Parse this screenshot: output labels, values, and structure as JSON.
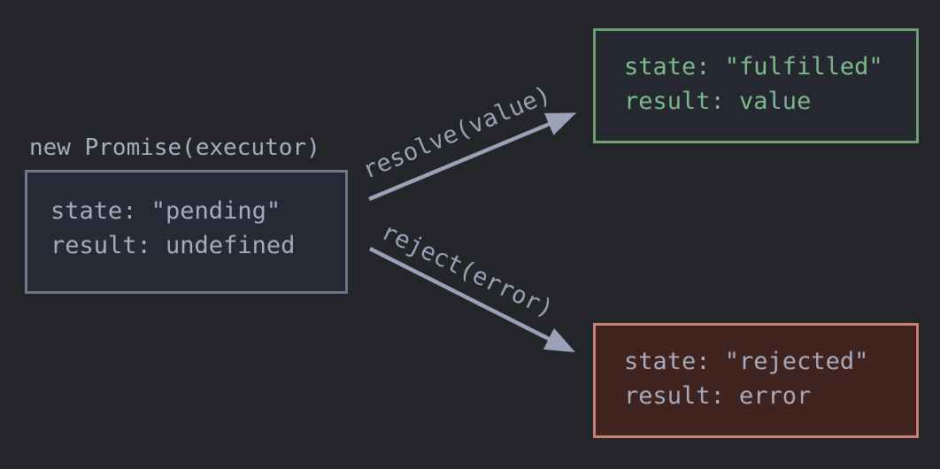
{
  "diagram": {
    "title": "new Promise(executor)",
    "boxes": {
      "pending": {
        "state_line": "state: \"pending\"",
        "result_line": "result: undefined"
      },
      "fulfilled": {
        "state_line": "state: \"fulfilled\"",
        "result_line": "result: value"
      },
      "rejected": {
        "state_line": "state: \"rejected\"",
        "result_line": "result: error"
      }
    },
    "arrows": {
      "resolve_label": "resolve(value)",
      "reject_label": "reject(error)"
    },
    "colors": {
      "background": "#232529",
      "pending_border": "#71768b",
      "pending_background": "#272a35",
      "neutral_text": "#a6abbf",
      "fulfilled_border": "#6ba376",
      "fulfilled_text": "#7db98a",
      "rejected_border": "#cc8175",
      "rejected_background": "#40231e",
      "arrow": "#9ba1b6"
    }
  }
}
